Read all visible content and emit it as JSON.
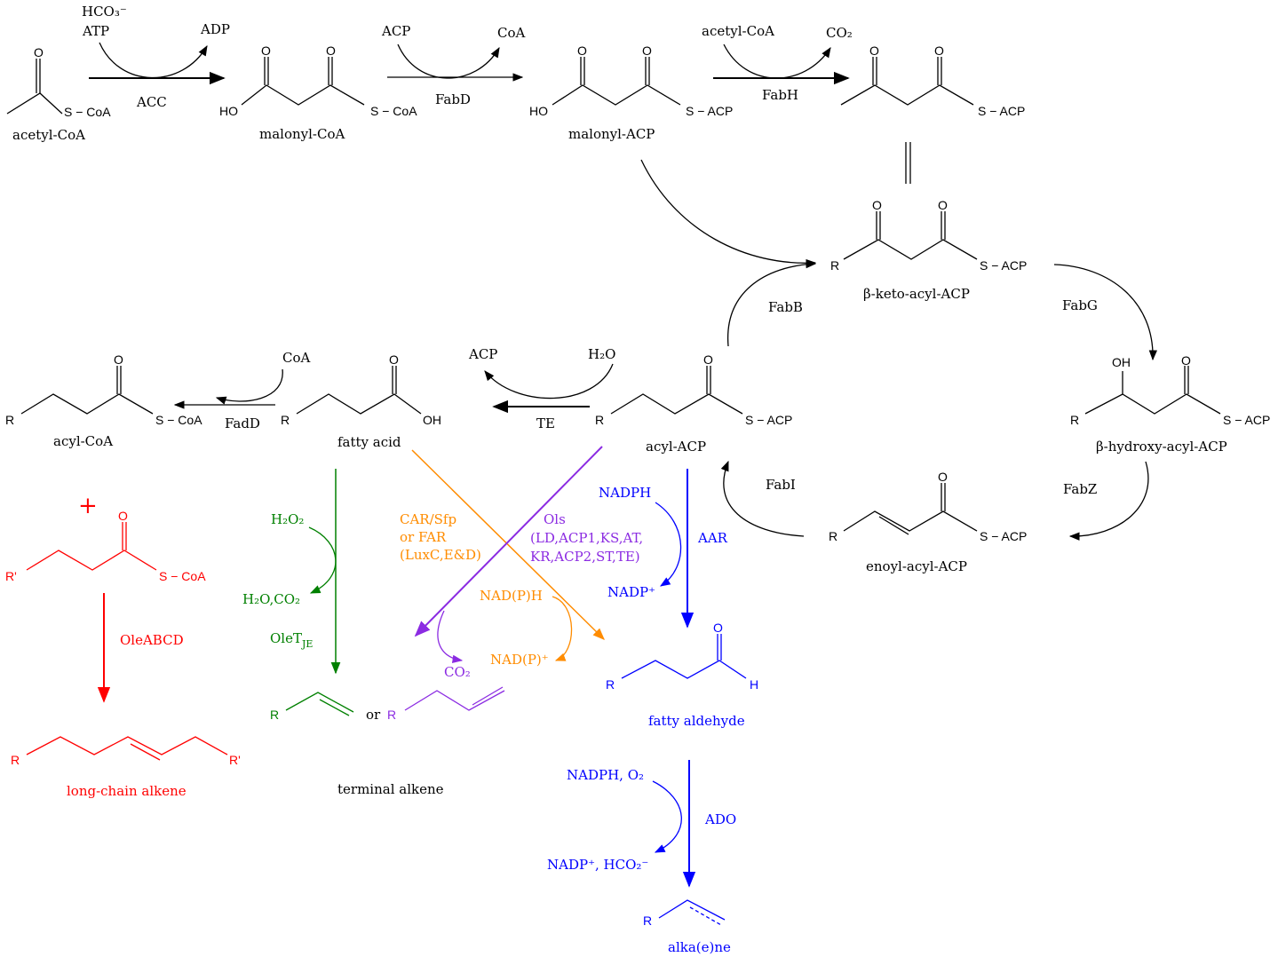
{
  "colors": {
    "black": "#000000",
    "red": "#ff0000",
    "green": "#008000",
    "orange": "#ff8c00",
    "purple": "#8b2be2",
    "blue": "#0000ff"
  },
  "compounds": {
    "acetyl_coa": "acetyl-CoA",
    "malonyl_coa": "malonyl-CoA",
    "malonyl_acp": "malonyl-ACP",
    "beta_keto_acyl_acp": "β-keto-acyl-ACP",
    "beta_hydroxy_acyl_acp": "β-hydroxy-acyl-ACP",
    "enoyl_acyl_acp": "enoyl-acyl-ACP",
    "acyl_acp": "acyl-ACP",
    "fatty_acid": "fatty acid",
    "acyl_coa": "acyl-CoA",
    "long_chain_alkene": "long-chain alkene",
    "terminal_alkene": "terminal alkene",
    "fatty_aldehyde": "fatty aldehyde",
    "alkaene": "alka(e)ne",
    "or_word": "or",
    "plus": "+"
  },
  "atoms": {
    "O": "O",
    "HO": "HO",
    "OH": "OH",
    "H": "H",
    "SCoA": "S − CoA",
    "SACP": "S − ACP",
    "R": "R",
    "Rp": "R'"
  },
  "reactions": {
    "acc": {
      "enzyme": "ACC",
      "in1": "HCO₃⁻",
      "in2": "ATP",
      "out": "ADP"
    },
    "fabd": {
      "enzyme": "FabD",
      "in": "ACP",
      "out": "CoA"
    },
    "fabh": {
      "enzyme": "FabH",
      "in": "acetyl-CoA",
      "out": "CO₂"
    },
    "fabb": {
      "enzyme": "FabB"
    },
    "fabg": {
      "enzyme": "FabG"
    },
    "fabz": {
      "enzyme": "FabZ"
    },
    "fabi": {
      "enzyme": "FabI"
    },
    "te": {
      "enzyme": "TE",
      "in": "H₂O",
      "out": "ACP"
    },
    "fadd": {
      "enzyme": "FadD",
      "in": "CoA"
    },
    "ole": {
      "enzyme": "OleABCD"
    },
    "olet": {
      "enzyme": "OleT",
      "enzyme_sub": "JE",
      "in": "H₂O₂",
      "out": "H₂O,CO₂"
    },
    "car": {
      "line1": "CAR/Sfp",
      "line2": "or FAR",
      "line3": "(LuxC,E&D)",
      "in": "NAD(P)H",
      "out": "NAD(P)⁺"
    },
    "ols": {
      "line1": "Ols",
      "line2": "(LD,ACP1,KS,AT,",
      "line3": "KR,ACP2,ST,TE)",
      "out": "CO₂"
    },
    "aar": {
      "enzyme": "AAR",
      "in": "NADPH",
      "out": "NADP⁺"
    },
    "ado": {
      "enzyme": "ADO",
      "in": "NADPH, O₂",
      "out": "NADP⁺, HCO₂⁻"
    }
  }
}
